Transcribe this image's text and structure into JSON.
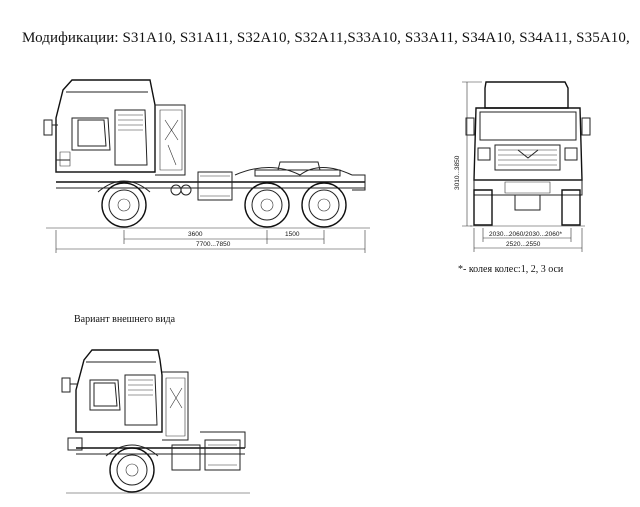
{
  "title": "Модификации: S31A10, S31A11, S32A10, S32A11,S33A10, S33A11, S34A10, S34A11, S35A10,",
  "side_view": {
    "dim_wheelbase": "3600",
    "dim_rear": "1500",
    "dim_overall": "7700...7850"
  },
  "front_view": {
    "dim_height": "3010...3850",
    "dim_track": "2030...2060/2030...2060*",
    "dim_width": "2520...2550"
  },
  "footnote": "*- колея колес:1, 2, 3 оси",
  "variant_label": "Вариант внешнего вида"
}
